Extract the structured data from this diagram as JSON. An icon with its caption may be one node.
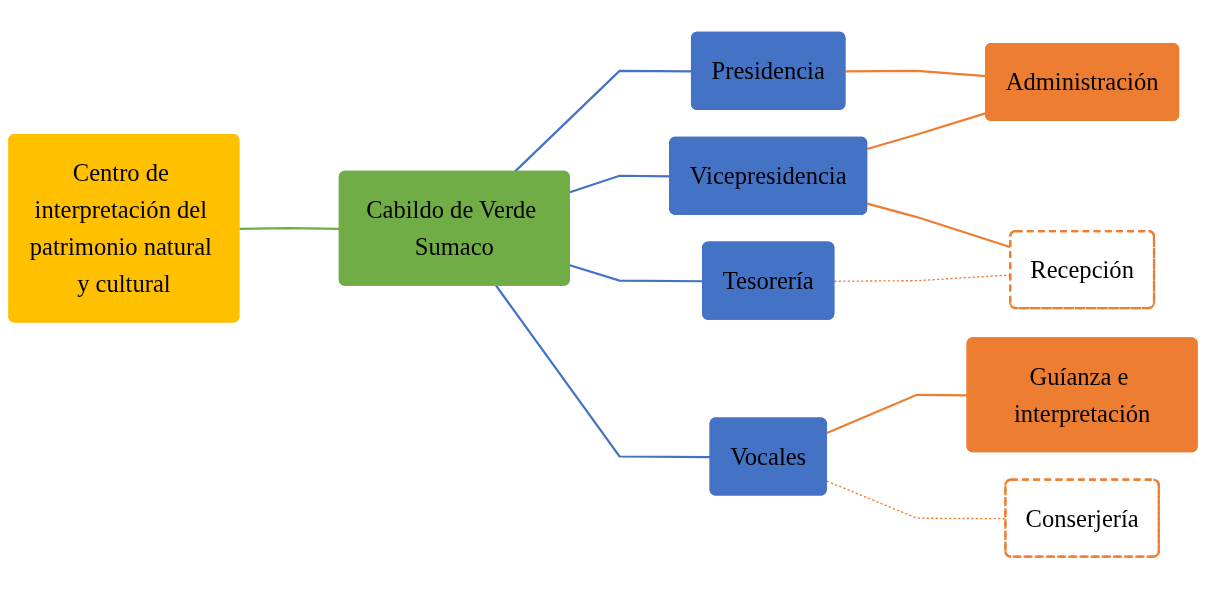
{
  "diagram": {
    "nodes": [
      {
        "text": [
          "Centro de interpretación del patrimonio natural y cultural"
        ]
      },
      {
        "text": [
          "Cabildo de Verde Sumaco"
        ]
      },
      {
        "text": [
          "Presidencia"
        ]
      },
      {
        "text": [
          "Vicepresidencia"
        ]
      },
      {
        "text": [
          "Tesorería"
        ]
      },
      {
        "text": [
          "Vocales"
        ]
      },
      {
        "text": [
          "Administración"
        ]
      },
      {
        "text": [
          "Recepción"
        ]
      },
      {
        "text": [
          "Guíanza e interpretación"
        ]
      },
      {
        "text": [
          "Conserjería"
        ]
      }
    ],
    "edges": [
      {
        "from": 0,
        "to": 1,
        "arrow": "none",
        "color": "#70ad47"
      },
      {
        "from": 1,
        "to": 2,
        "arrow": "none",
        "color": "#4472c4"
      },
      {
        "from": 1,
        "to": 3,
        "arrow": "none",
        "color": "#4472c4"
      },
      {
        "from": 1,
        "to": 4,
        "arrow": "none",
        "color": "#4472c4"
      },
      {
        "from": 1,
        "to": 5,
        "arrow": "none",
        "color": "#4472c4"
      },
      {
        "from": 2,
        "to": 6,
        "arrow": "none",
        "color": "#ed7d31"
      },
      {
        "from": 3,
        "to": 6,
        "arrow": "none",
        "color": "#ed7d31"
      },
      {
        "from": 3,
        "to": 7,
        "arrow": "none",
        "color": "#ed7d31"
      },
      {
        "from": 4,
        "to": 7,
        "arrow": "none",
        "style": "dashed",
        "color": "#ed7d31"
      },
      {
        "from": 5,
        "to": 8,
        "arrow": "none",
        "color": "#ed7d31"
      },
      {
        "from": 5,
        "to": 9,
        "arrow": "none",
        "style": "dashed",
        "color": "#ed7d31"
      }
    ]
  }
}
